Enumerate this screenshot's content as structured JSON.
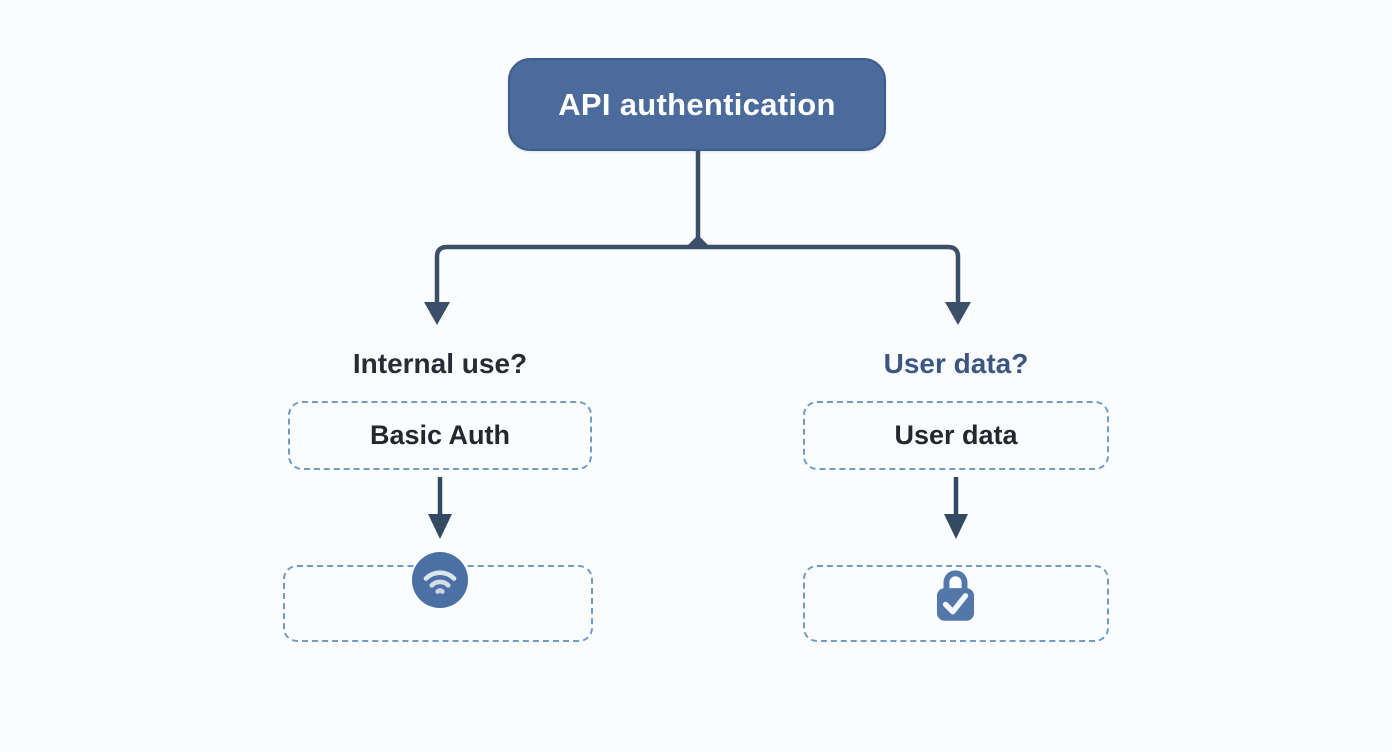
{
  "diagram": {
    "root": {
      "label": "API authentication"
    },
    "branches": [
      {
        "side": "left",
        "question": "Internal use?",
        "option": "Basic Auth",
        "result_icon": "wifi-icon"
      },
      {
        "side": "right",
        "question": "User data?",
        "option": "User data",
        "result_icon": "lock-check-icon"
      }
    ],
    "colors": {
      "root_fill": "#4a6b9b",
      "root_border": "#3d5e8c",
      "root_text": "#ffffff",
      "connector": "#3a5068",
      "arrow": "#334a63",
      "question_left": "#282d35",
      "question_right": "#3b5781",
      "option_text": "#23282f",
      "dashed_border": "#6f9dc6",
      "wifi_fill": "#4a70a4",
      "wifi_waves": "#d5dde7",
      "lock_fill": "#5377a8",
      "check": "#f3f6fa",
      "background": "#fbfcfd"
    }
  }
}
